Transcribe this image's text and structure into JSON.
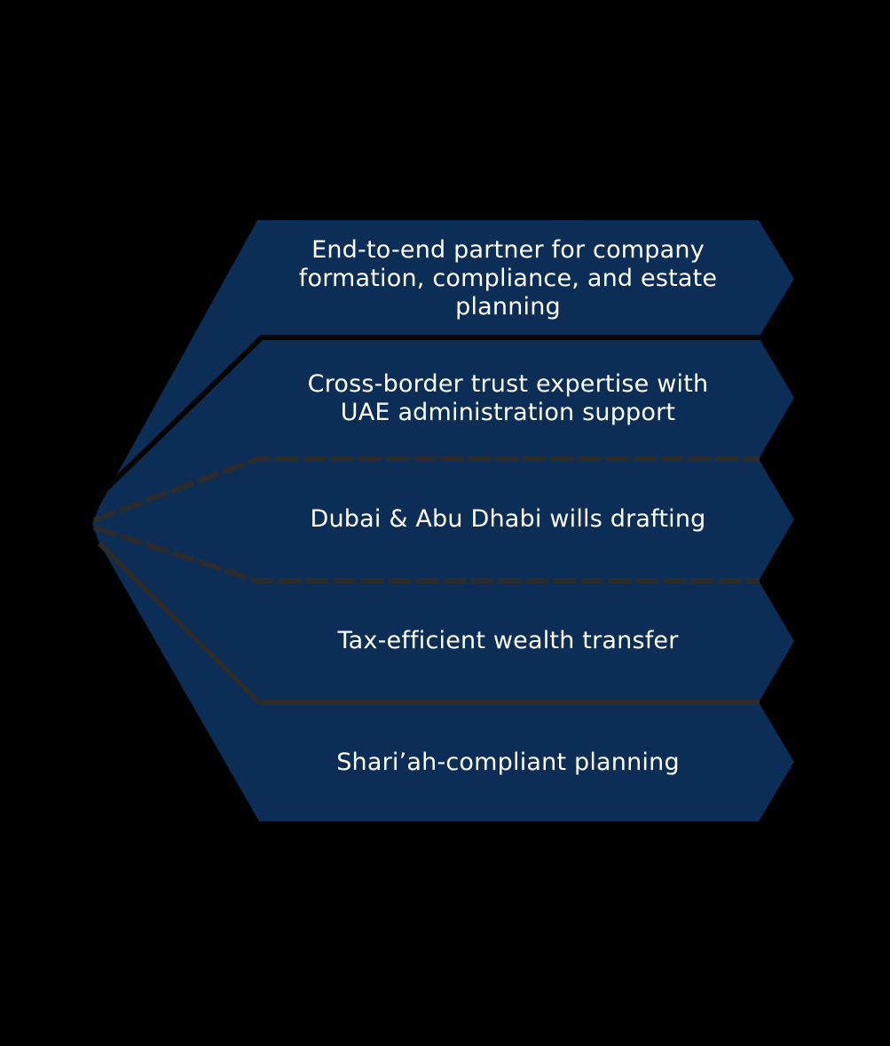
{
  "diagram": {
    "type": "fan-of-chevron-bands",
    "colors": {
      "background": "#000000",
      "band_fill": "#0c2d55",
      "divider_first": "#050505",
      "divider": "#2b2b2b",
      "text": "#ffffff"
    },
    "bands": [
      {
        "label": "End-to-end partner for company formation, compliance, and estate planning"
      },
      {
        "label": "Cross-border trust expertise with UAE administration support"
      },
      {
        "label": "Dubai & Abu Dhabi wills drafting"
      },
      {
        "label": "Tax-efficient wealth transfer"
      },
      {
        "label": "Shari’ah-compliant planning"
      }
    ]
  }
}
